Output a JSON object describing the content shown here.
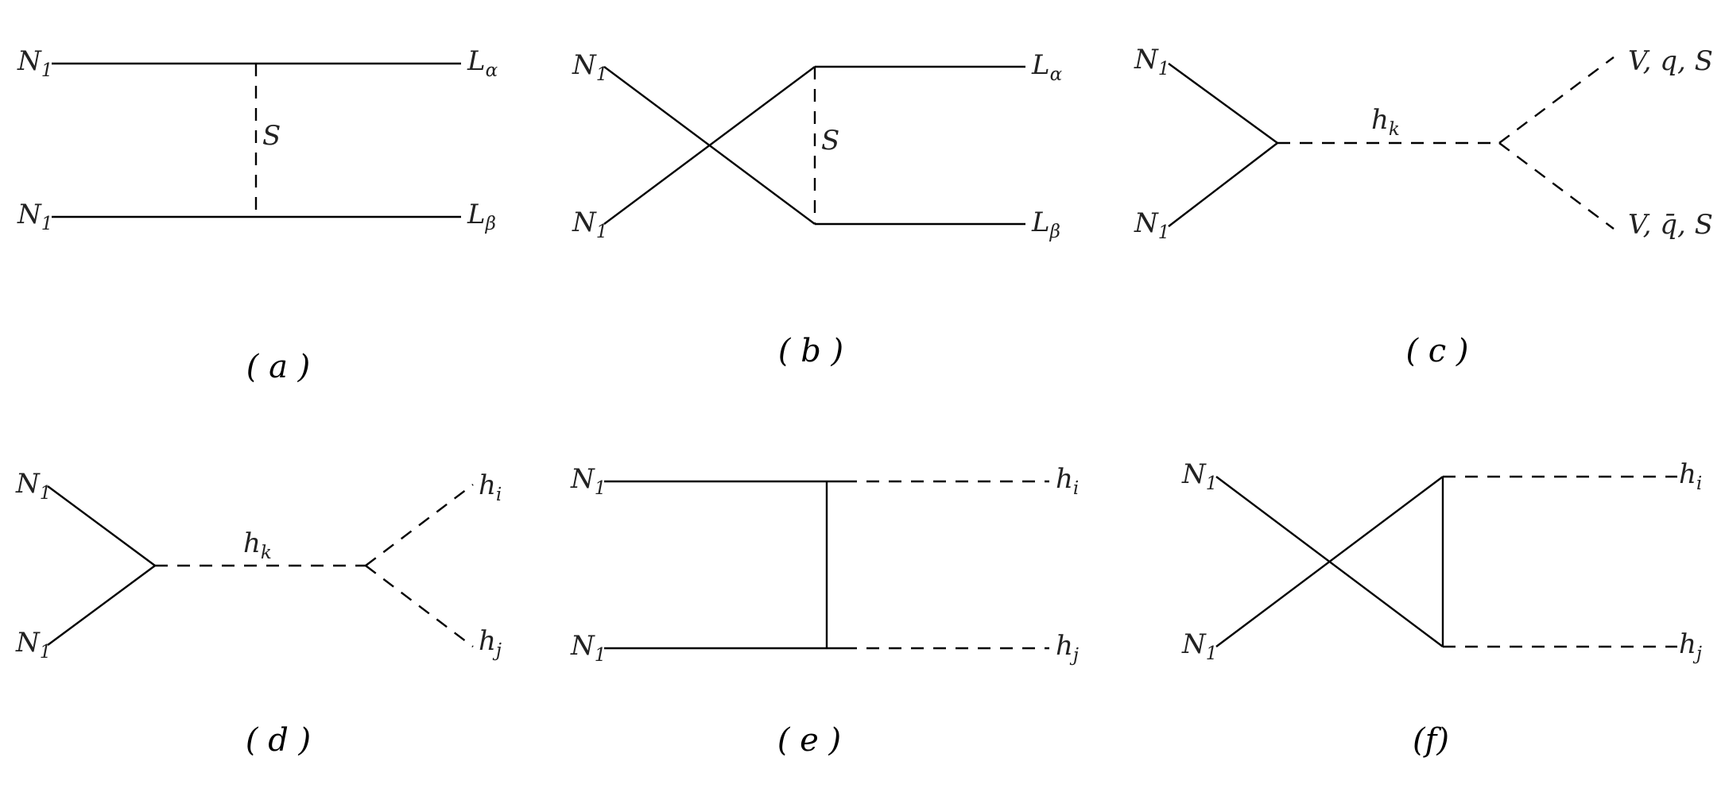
{
  "diagrams": {
    "a": {
      "caption": "( a )",
      "labels": {
        "in_top": {
          "base": "N",
          "sub": "1"
        },
        "in_bottom": {
          "base": "N",
          "sub": "1"
        },
        "out_top": {
          "base": "L",
          "sub": "α"
        },
        "out_bottom": {
          "base": "L",
          "sub": "β"
        },
        "propagator": {
          "base": "S",
          "sub": ""
        }
      }
    },
    "b": {
      "caption": "( b )",
      "labels": {
        "in_top": {
          "base": "N",
          "sub": "1"
        },
        "in_bottom": {
          "base": "N",
          "sub": "1"
        },
        "out_top": {
          "base": "L",
          "sub": "α"
        },
        "out_bottom": {
          "base": "L",
          "sub": "β"
        },
        "propagator": {
          "base": "S",
          "sub": ""
        }
      }
    },
    "c": {
      "caption": "( c )",
      "labels": {
        "in_top": {
          "base": "N",
          "sub": "1"
        },
        "in_bottom": {
          "base": "N",
          "sub": "1"
        },
        "propagator": {
          "base": "h",
          "sub": "k"
        },
        "out_top": {
          "base": "V, q, S",
          "sub": ""
        },
        "out_bottom": {
          "base": "V, q̄, S",
          "sub": ""
        }
      }
    },
    "d": {
      "caption": "( d )",
      "labels": {
        "in_top": {
          "base": "N",
          "sub": "1"
        },
        "in_bottom": {
          "base": "N",
          "sub": "1"
        },
        "propagator": {
          "base": "h",
          "sub": "k"
        },
        "out_top": {
          "base": "h",
          "sub": "i"
        },
        "out_bottom": {
          "base": "h",
          "sub": "j"
        }
      }
    },
    "e": {
      "caption": "( e )",
      "labels": {
        "in_top": {
          "base": "N",
          "sub": "1"
        },
        "in_bottom": {
          "base": "N",
          "sub": "1"
        },
        "out_top": {
          "base": "h",
          "sub": "i"
        },
        "out_bottom": {
          "base": "h",
          "sub": "j"
        }
      }
    },
    "f": {
      "caption": "(f)",
      "labels": {
        "in_top": {
          "base": "N",
          "sub": "1"
        },
        "in_bottom": {
          "base": "N",
          "sub": "1"
        },
        "out_top": {
          "base": "h",
          "sub": "i"
        },
        "out_bottom": {
          "base": "h",
          "sub": "j"
        }
      }
    }
  }
}
